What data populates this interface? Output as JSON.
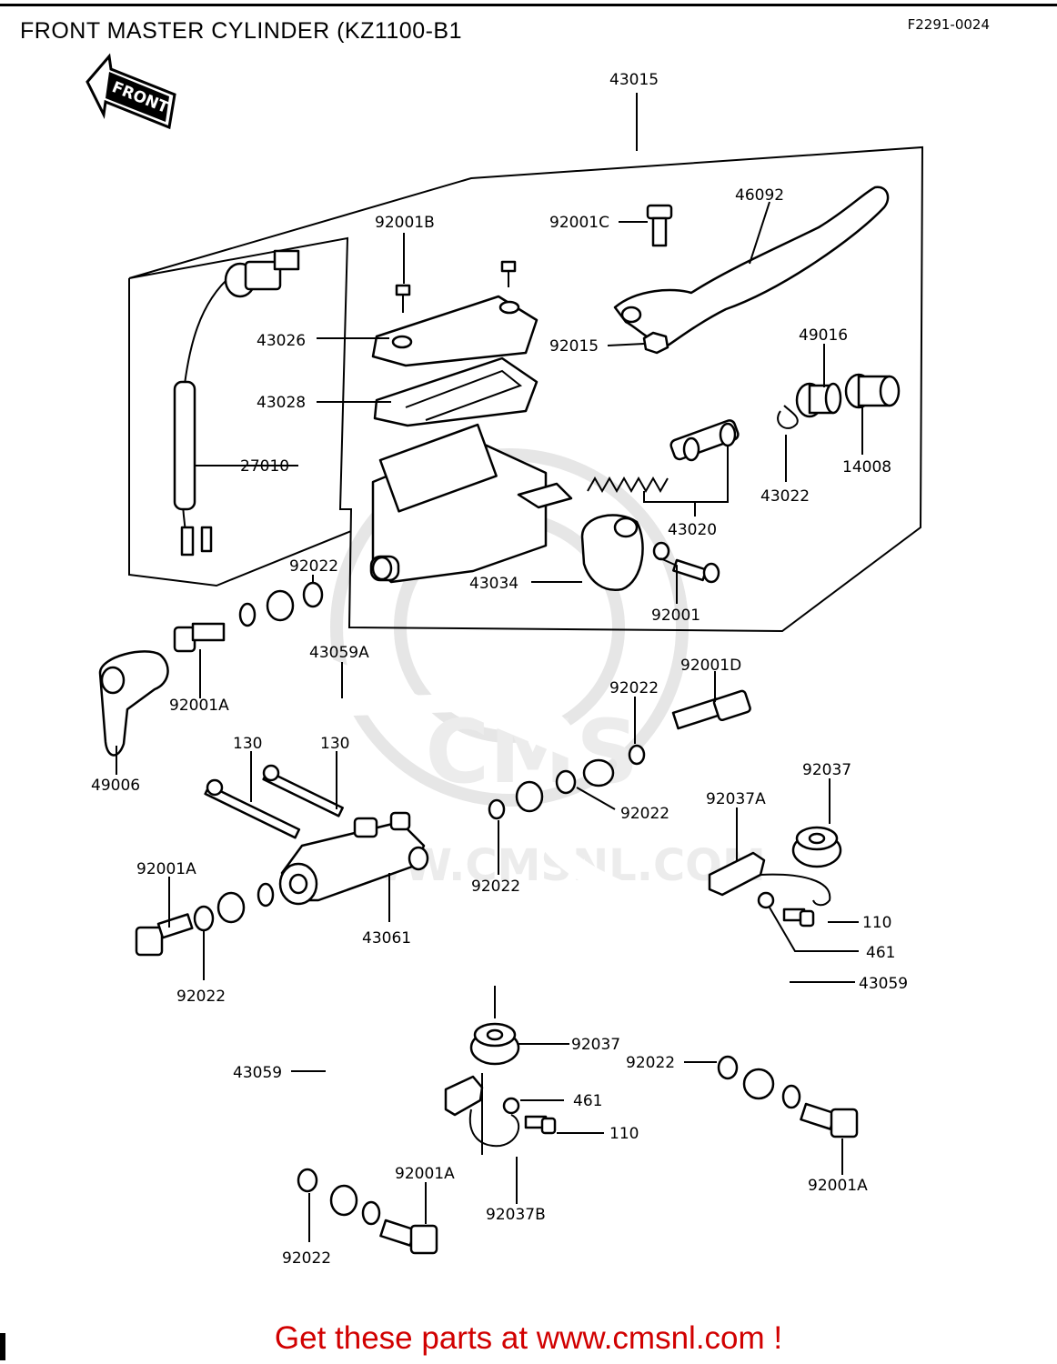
{
  "header": {
    "title": "FRONT MASTER CYLINDER (KZ1100-B1",
    "figure_code": "F2291-0024"
  },
  "arrow": {
    "label": "FRONT"
  },
  "watermark": {
    "text": "WWW.CMSNL.COM"
  },
  "callouts": {
    "c43015": "43015",
    "c46092": "46092",
    "c92001C": "92001C",
    "c92001B": "92001B",
    "c43026": "43026",
    "c92015": "92015",
    "c49016": "49016",
    "c43028": "43028",
    "c27010": "27010",
    "c14008": "14008",
    "c43022": "43022",
    "c43020": "43020",
    "c92022_top": "92022",
    "c43034": "43034",
    "c92001": "92001",
    "c43059A": "43059A",
    "c92001D": "92001D",
    "c92001A_left": "92001A",
    "c92022_mid1": "92022",
    "c49006": "49006",
    "c130_a": "130",
    "c130_b": "130",
    "c92037_right": "92037",
    "c92037A": "92037A",
    "c92022_mid2": "92022",
    "c92022_mid3": "92022",
    "c92001A_mid": "92001A",
    "c110_right": "110",
    "c461_right": "461",
    "c43061": "43061",
    "c43059_right": "43059",
    "c92022_lowleft": "92022",
    "c92037_low": "92037",
    "c92022_lowright": "92022",
    "c43059_left": "43059",
    "c461_low": "461",
    "c110_low": "110",
    "c92001A_low": "92001A",
    "c92001A_lowright": "92001A",
    "c92037B": "92037B",
    "c92022_bottom": "92022"
  },
  "footer": {
    "ad_text": "Get these parts at www.cmsnl.com !",
    "ad_color": "#d10000"
  }
}
